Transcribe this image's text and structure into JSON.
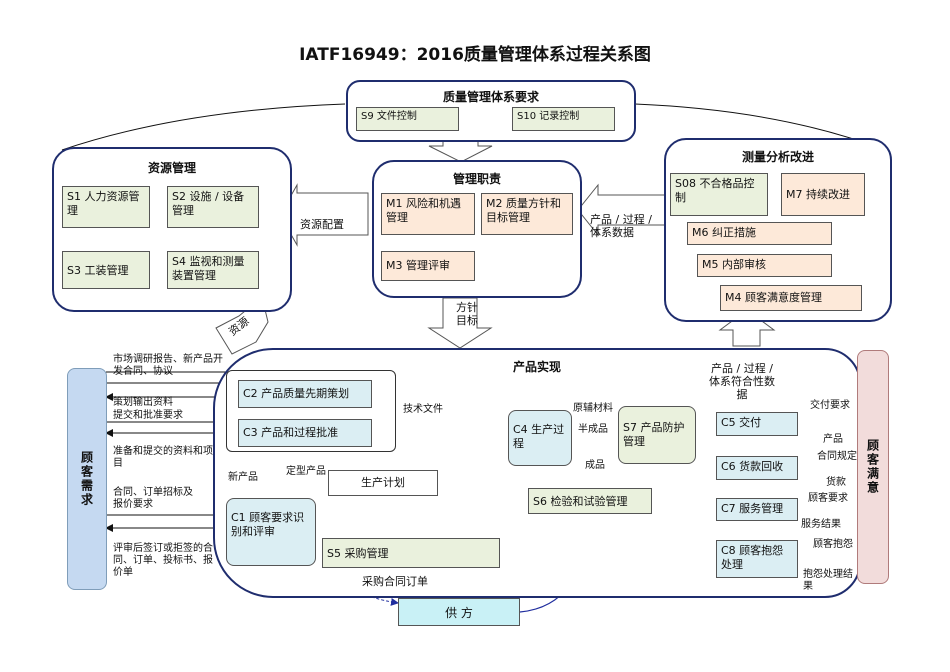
{
  "title": "IATF16949：2016质量管理体系过程关系图",
  "qms": {
    "title": "质量管理体系要求",
    "s9": "S9  文件控制",
    "s10": "S10  记录控制"
  },
  "resource": {
    "title": "资源管理",
    "s1": "S1  人力资源管理",
    "s2": "S2  设施 / 设备管理",
    "s3": "S3    工装管理",
    "s4": "S4  监视和测量装置管理"
  },
  "mgmt": {
    "title": "管理职责",
    "m1": "M1  风险和机遇管理",
    "m2": "M2  质量方针和目标管理",
    "m3": "M3  管理评审"
  },
  "measure": {
    "title": "测量分析改进",
    "s08": "S08  不合格品控制",
    "m7": "M7  持续改进",
    "m6": "M6    纠正措施",
    "m5": "M5    内部审核",
    "m4": "M4    顾客满意度管理"
  },
  "product": {
    "title": "产品实现",
    "c2": "C2   产品质量先期策划",
    "c3": "C3   产品和过程批准",
    "c1": "C1   顾客要求识别和评审",
    "c4": "C4  生产过程",
    "s7": "S7   产品防护管理",
    "plan": "生产计划",
    "s5": "S5    采购管理",
    "s6": "S6  检验和试验管理",
    "c5": "C5   交付",
    "c6": "C6   货款回收",
    "c7": "C7   服务管理",
    "c8": "C8   顾客抱怨处理"
  },
  "supplier": "供  方",
  "customer_need": "顾客需求",
  "customer_sat": "顾客满意",
  "labels": {
    "resource_config": "资源配置",
    "resource_arrow": "资源",
    "product_data": "产品 / 过程 / 体系数据",
    "policy": "方针目标",
    "product_conform": "产品 / 过程 / 体系符合性数据",
    "market": "市场调研报告、新产品开发合同、协议",
    "plan_output": "策划输出资料",
    "submit": "提交和批准要求",
    "prepare": "准备和提交的资料和项目",
    "contract": "合同、订单招标及报价要求",
    "reviewed": "评审后签订或拒签的合同、订单、投标书、报价单",
    "tech_docs": "技术文件",
    "new_product": "新产品",
    "fixed_product": "定型产品",
    "raw": "原辅材料",
    "semi": "半成品",
    "finished": "成品",
    "purchase": "采购合同订单",
    "deliver_req": "交付要求",
    "product_out": "产品",
    "contract_req": "合同规定",
    "payment": "货款",
    "cust_req": "顾客要求",
    "service_result": "服务结果",
    "complaint": "顾客抱怨",
    "complaint_result": "抱怨处理结果"
  }
}
